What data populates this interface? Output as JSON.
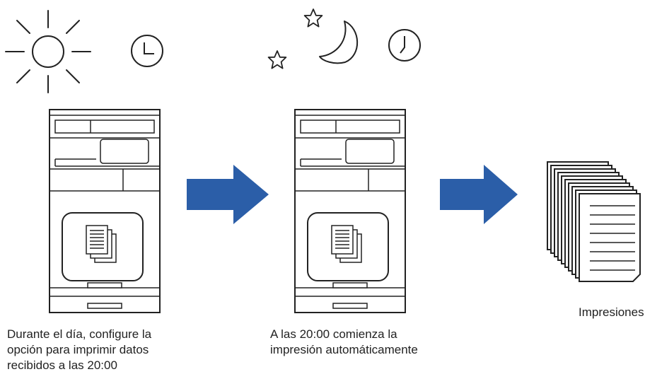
{
  "captions": {
    "step1": "Durante el día, configure la\nopción para imprimir datos\nrecibidos a las 20:00",
    "step2": "A las 20:00 comienza la\nimpresión automáticamente",
    "step3": "Impresiones"
  },
  "icons": {
    "day": [
      "sun-icon",
      "clock-icon"
    ],
    "night": [
      "star-icon",
      "star-icon",
      "moon-icon",
      "clock-icon"
    ],
    "devices": [
      "printer-icon",
      "printer-icon"
    ],
    "output": "paper-stack-icon"
  },
  "colors": {
    "arrow": "#2b5ea8",
    "line": "#222222"
  }
}
